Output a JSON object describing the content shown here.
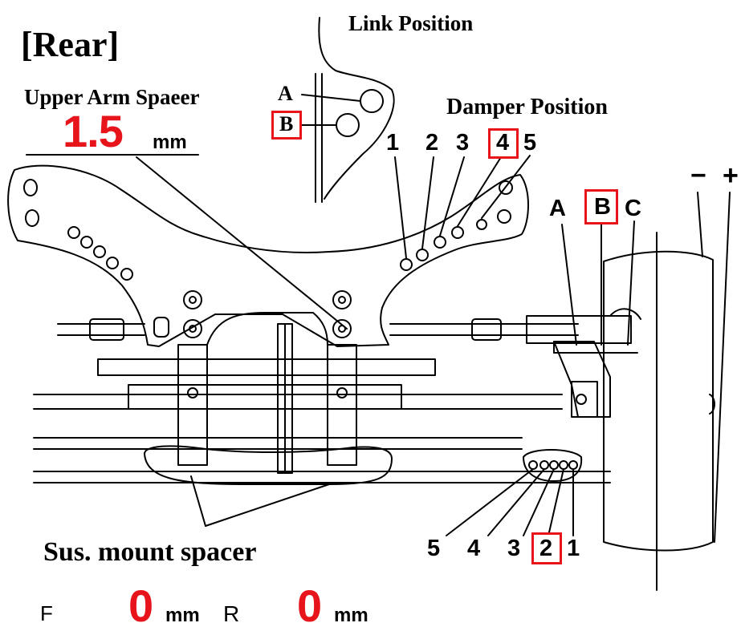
{
  "title": "[Rear]",
  "link_position": {
    "heading": "Link Position",
    "options": [
      "A",
      "B"
    ],
    "selected": "B"
  },
  "upper_arm_spacer": {
    "heading": "Upper Arm Spaeer",
    "value": "1.5",
    "unit": "mm"
  },
  "damper_position": {
    "heading": "Damper Position",
    "options": [
      "1",
      "2",
      "3",
      "4",
      "5"
    ],
    "selected": "4"
  },
  "camber_link": {
    "options": [
      "A",
      "B",
      "C"
    ],
    "selected": "B"
  },
  "camber_signs": {
    "minus": "−",
    "plus": "+"
  },
  "lower_position": {
    "options": [
      "5",
      "4",
      "3",
      "2",
      "1"
    ],
    "selected": "2"
  },
  "sus_mount_spacer": {
    "heading": "Sus. mount spacer",
    "front_label": "F",
    "front_value": "0",
    "rear_label": "R",
    "rear_value": "0",
    "unit": "mm"
  },
  "colors": {
    "highlight": "#e8141c",
    "line": "#000000",
    "background": "#ffffff"
  }
}
